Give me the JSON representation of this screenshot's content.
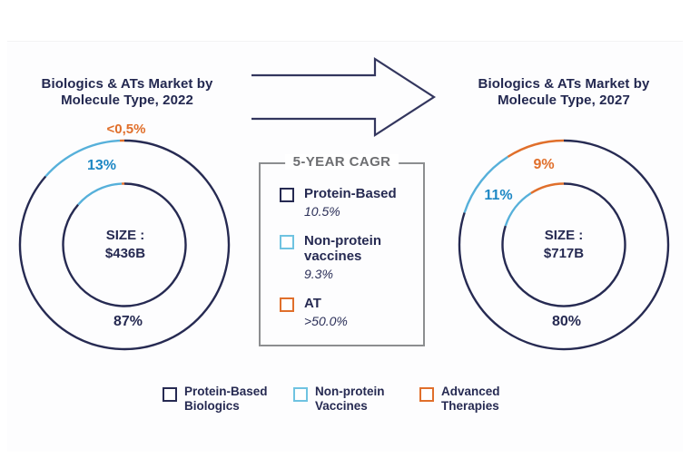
{
  "colors": {
    "navy": "#262a52",
    "teal_arc": "#56b0da",
    "teal_text": "#1d87c4",
    "teal_swatch": "#6fc3e1",
    "orange": "#e06f2b",
    "gray_border": "#8c8e90",
    "gray_text": "#6d6e71"
  },
  "left_chart": {
    "title_line1": "Biologics & ATs Market by",
    "title_line2": "Molecule Type, 2022",
    "label_at": "<0,5%",
    "label_vaccines": "13%",
    "label_protein": "87%",
    "size_label": "SIZE :",
    "size_value": "$436B"
  },
  "right_chart": {
    "title_line1": "Biologics & ATs Market by",
    "title_line2": "Molecule Type, 2027",
    "label_at": "9%",
    "label_vaccines": "11%",
    "label_protein": "80%",
    "size_label": "SIZE :",
    "size_value": "$717B"
  },
  "cagr_box": {
    "title": "5-YEAR CAGR",
    "items": [
      {
        "line1": "Protein-Based",
        "line2": "",
        "value": "10.5%"
      },
      {
        "line1": "Non-protein",
        "line2": "vaccines",
        "value": "9.3%"
      },
      {
        "line1": "AT",
        "line2": "",
        "value": ">50.0%"
      }
    ]
  },
  "bottom_legend": {
    "items": [
      {
        "line1": "Protein-Based",
        "line2": "Biologics"
      },
      {
        "line1": "Non-protein",
        "line2": "Vaccines"
      },
      {
        "line1": "Advanced",
        "line2": "Therapies"
      }
    ]
  },
  "chart_data": [
    {
      "type": "pie",
      "variant": "outlined-double-ring-donut",
      "title": "Biologics & ATs Market by Molecule Type, 2022",
      "center_label": "SIZE : $436B",
      "market_size_usd_billions": 436,
      "categories": [
        "Protein-Based Biologics",
        "Non-protein Vaccines",
        "Advanced Therapies"
      ],
      "values_pct": [
        87,
        13,
        0.5
      ],
      "value_labels": [
        "87%",
        "13%",
        "<0,5%"
      ],
      "segment_colors": [
        "#262a52",
        "#56b0da",
        "#e06f2b"
      ],
      "legend_position": "bottom"
    },
    {
      "type": "pie",
      "variant": "outlined-double-ring-donut",
      "title": "Biologics & ATs Market by Molecule Type, 2027",
      "center_label": "SIZE : $717B",
      "market_size_usd_billions": 717,
      "categories": [
        "Protein-Based Biologics",
        "Non-protein Vaccines",
        "Advanced Therapies"
      ],
      "values_pct": [
        80,
        11,
        9
      ],
      "value_labels": [
        "80%",
        "11%",
        "9%"
      ],
      "segment_colors": [
        "#262a52",
        "#56b0da",
        "#e06f2b"
      ],
      "legend_position": "bottom",
      "cagr_pct": {
        "Protein-Based": "10.5%",
        "Non-protein vaccines": "9.3%",
        "AT": ">50.0%"
      }
    }
  ]
}
